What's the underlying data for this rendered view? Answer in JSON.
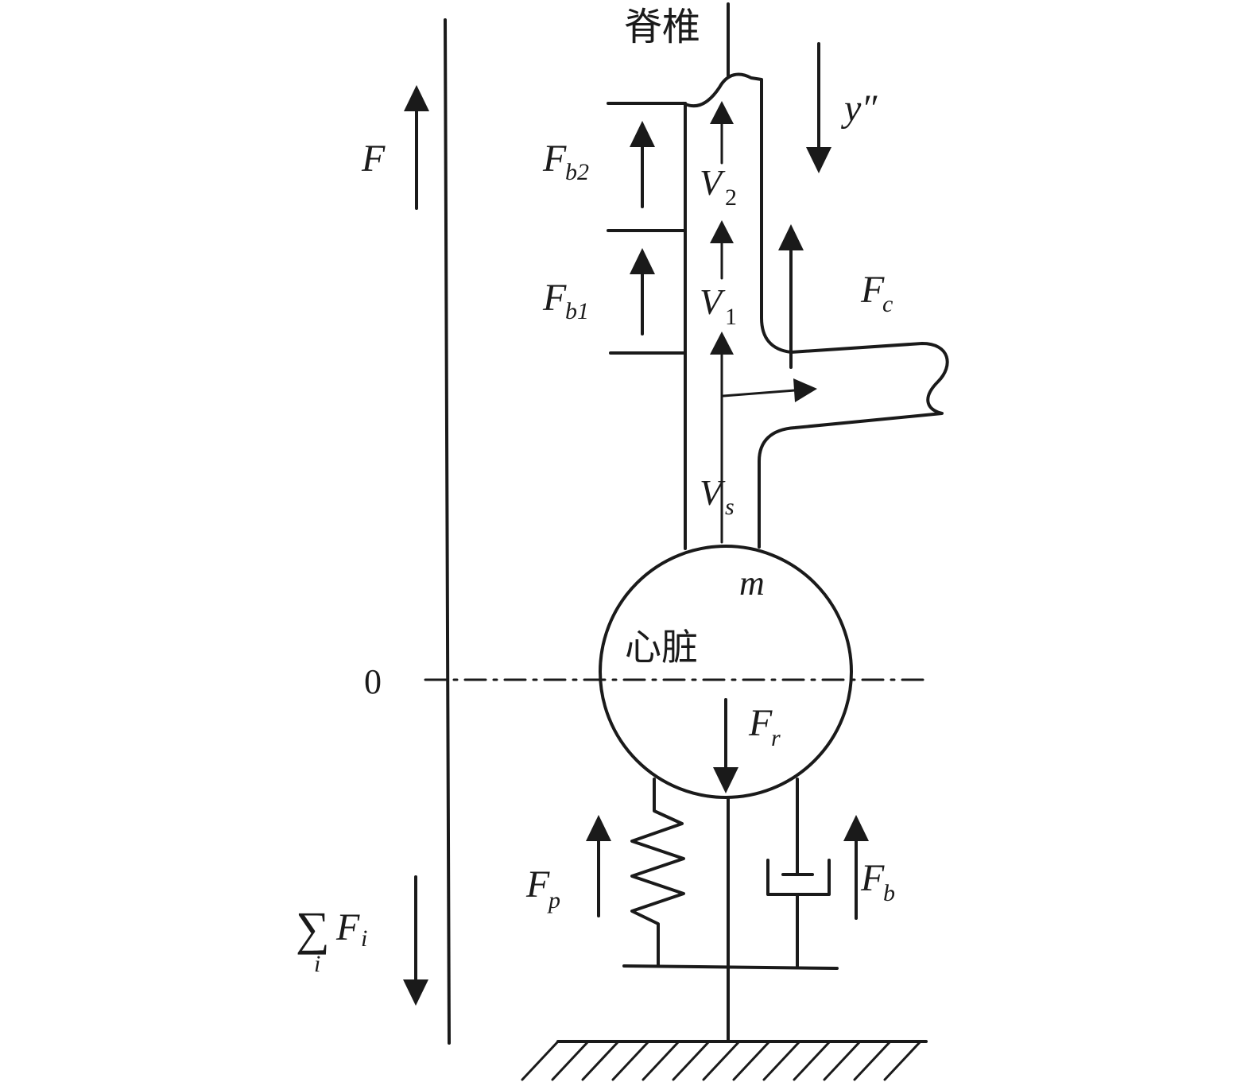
{
  "labels": {
    "spine": "脊椎",
    "heart": "心脏",
    "mass": "m",
    "zero": "0",
    "F": "F",
    "Fb2_main": "F",
    "Fb2_sub": "b2",
    "Fb1_main": "F",
    "Fb1_sub": "b1",
    "V2_main": "V",
    "V2_sub": "2",
    "V1_main": "V",
    "V1_sub": "1",
    "Vs_main": "V",
    "Vs_sub": "s",
    "Fc_main": "F",
    "Fc_sub": "c",
    "accel": "y″",
    "Fr_main": "F",
    "Fr_sub": "r",
    "Fp_main": "F",
    "Fp_sub": "p",
    "Fb_main": "F",
    "Fb_sub": "b",
    "sum_symbol": "∑",
    "sum_main": "F",
    "sum_sub": "i",
    "sum_index": "i"
  },
  "colors": {
    "ink": "#1a1a1a",
    "background": "#ffffff"
  }
}
